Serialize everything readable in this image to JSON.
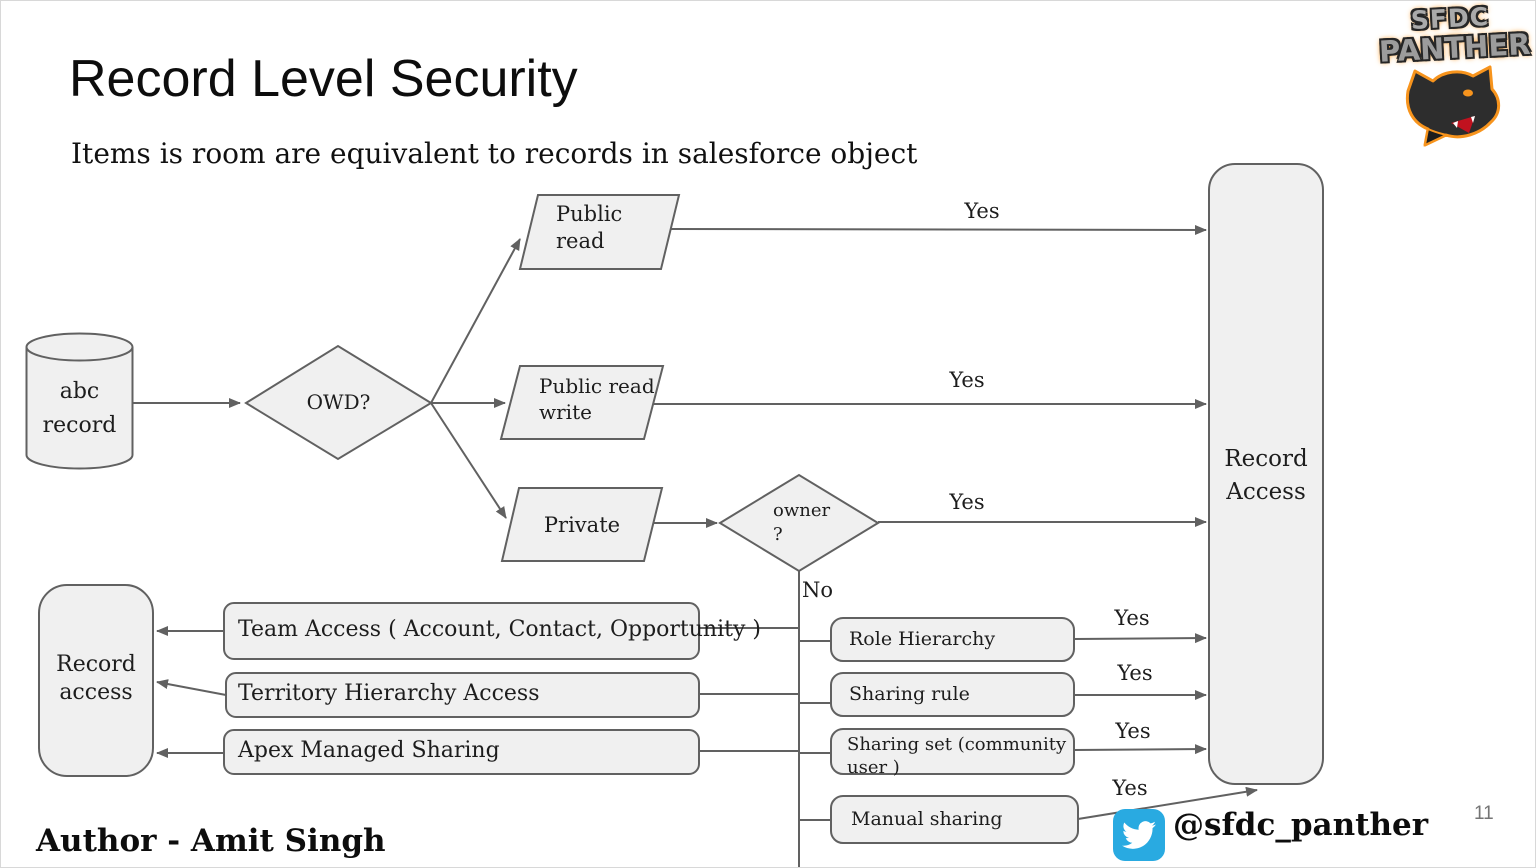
{
  "slide": {
    "title": "Record Level Security",
    "subtitle": "Items is room are equivalent to records in salesforce object",
    "author": "Author - Amit Singh",
    "page_number": "11",
    "twitter_handle": "@sfdc_panther"
  },
  "logo": {
    "line1": "SFDC",
    "line2": "PANTHER"
  },
  "flowchart": {
    "labels": {
      "yes": "Yes",
      "no": "No"
    },
    "nodes": {
      "source": {
        "shape": "cylinder",
        "line1": "abc",
        "line2": "record"
      },
      "owd": {
        "shape": "diamond",
        "label": "OWD?"
      },
      "public_read": {
        "shape": "parallelogram",
        "line1": "Public",
        "line2": "read"
      },
      "public_read_write": {
        "shape": "parallelogram",
        "line1": "Public read",
        "line2": "write"
      },
      "private": {
        "shape": "parallelogram",
        "label": "Private"
      },
      "owner": {
        "shape": "diamond",
        "line1": "owner",
        "line2": "?"
      },
      "record_access": {
        "shape": "rounded-rect",
        "line1": "Record",
        "line2": "Access"
      },
      "record_access_result": {
        "shape": "rounded-rect",
        "line1": "Record",
        "line2": "access"
      },
      "team_access": {
        "shape": "rounded-rect",
        "label": "Team Access ( Account, Contact, Opportunity )"
      },
      "territory": {
        "shape": "rounded-rect",
        "label": "Territory Hierarchy Access"
      },
      "apex": {
        "shape": "rounded-rect",
        "label": "Apex Managed Sharing"
      },
      "role_hierarchy": {
        "shape": "rounded-rect",
        "label": "Role Hierarchy"
      },
      "sharing_rule": {
        "shape": "rounded-rect",
        "label": "Sharing rule"
      },
      "sharing_set": {
        "shape": "rounded-rect",
        "line1": "Sharing set (community",
        "line2": "user )"
      },
      "manual_sharing": {
        "shape": "rounded-rect",
        "label": "Manual sharing"
      }
    }
  },
  "colors": {
    "shape_fill": "#f0f0f0",
    "shape_border": "#616161",
    "accent_orange": "#f7941d",
    "twitter_blue": "#29aae1",
    "text": "#1d1d1d",
    "muted": "#757575"
  }
}
